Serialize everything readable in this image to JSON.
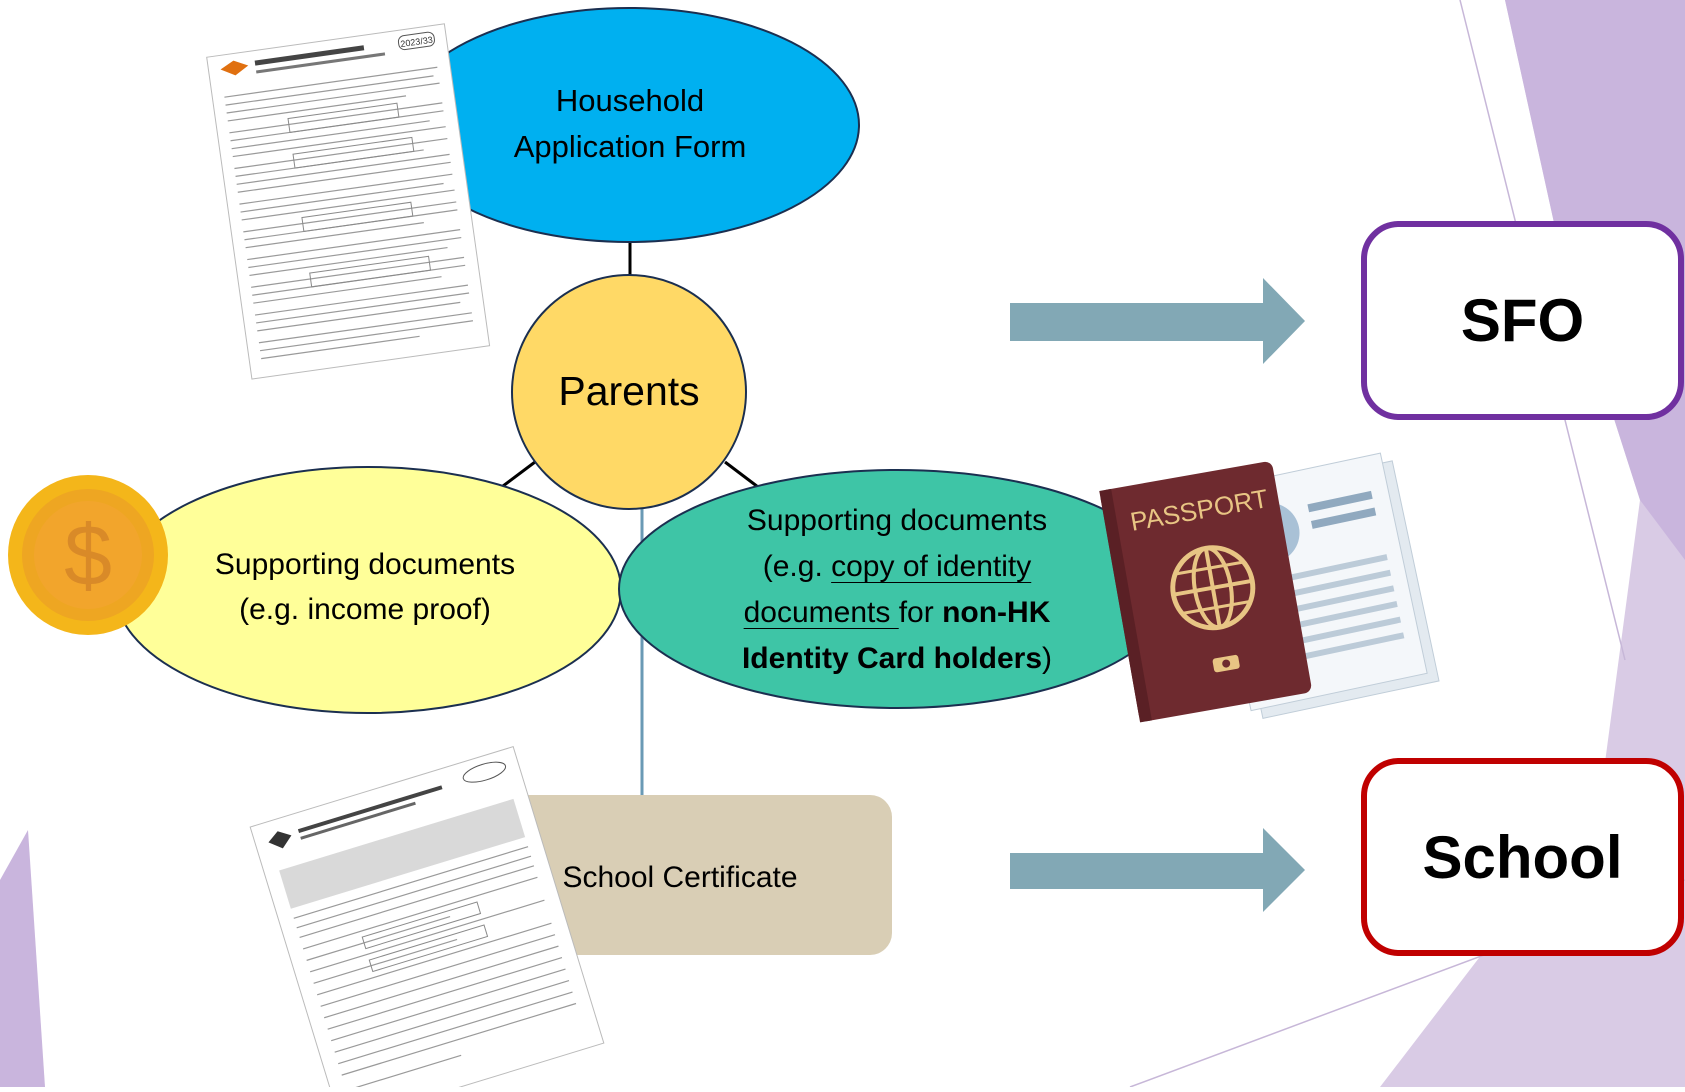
{
  "nodes": {
    "household": {
      "line1": "Household",
      "line2": "Application Form"
    },
    "parents": {
      "label": "Parents"
    },
    "support_left": {
      "line1": "Supporting documents",
      "line2": "(e.g. income proof)"
    },
    "support_right": {
      "line1": "Supporting documents",
      "line2_prefix": "(e.g. ",
      "line2_underlined": "copy of identity",
      "line3_underlined": "documents ",
      "line3_plain": "for ",
      "line3_bold": "non-HK",
      "line4_bold": "Identity Card holders",
      "line4_suffix": ")"
    },
    "school_cert": {
      "label": "School Certificate"
    }
  },
  "destinations": {
    "sfo": {
      "label": "SFO",
      "border_color": "#7030a0"
    },
    "school": {
      "label": "School",
      "border_color": "#c00000"
    }
  },
  "images": {
    "household_form": {
      "icon": "form-document-image",
      "year_stamp": "2023/33"
    },
    "school_form": {
      "icon": "school-certificate-image"
    },
    "coin": {
      "icon": "dollar-coin-icon",
      "glyph": "$"
    },
    "passport": {
      "icon": "passport-icon",
      "label": "PASSPORT"
    }
  },
  "colors": {
    "household": "#00b0f0",
    "parents": "#ffd966",
    "support_left": "#ffff99",
    "support_right": "#3ec5a6",
    "school_cert": "#d9ceb5",
    "arrow": "#82a8b5",
    "background_accent": "#d9cbe5"
  }
}
